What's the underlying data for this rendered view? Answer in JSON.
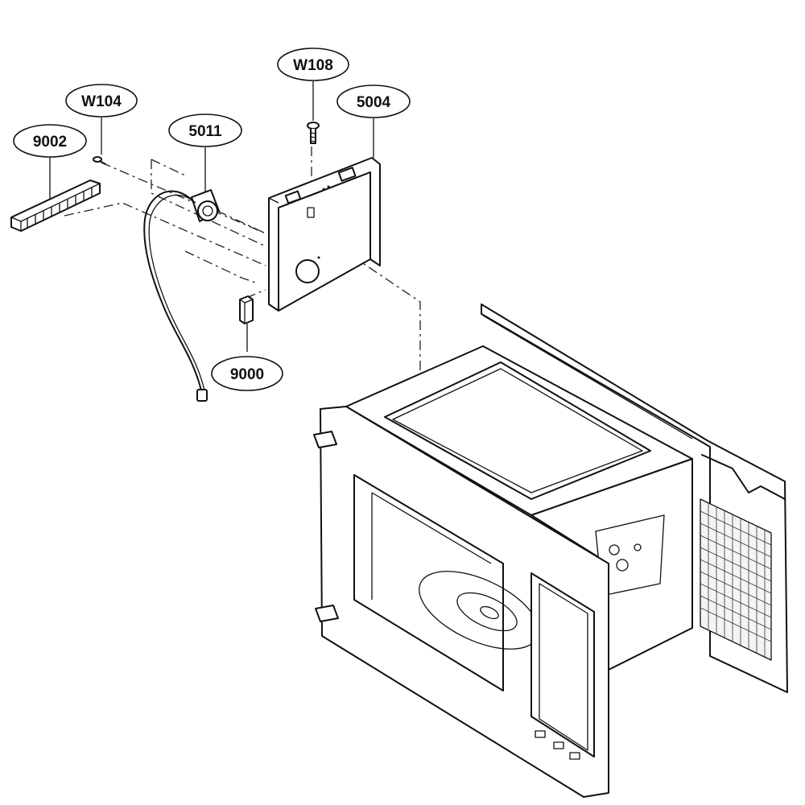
{
  "callouts": [
    {
      "id": "9002",
      "label": "9002"
    },
    {
      "id": "W104",
      "label": "W104"
    },
    {
      "id": "5011",
      "label": "5011"
    },
    {
      "id": "W108",
      "label": "W108"
    },
    {
      "id": "5004",
      "label": "5004"
    },
    {
      "id": "9000",
      "label": "9000"
    }
  ],
  "colors": {
    "line": "#111111",
    "background": "#ffffff"
  }
}
